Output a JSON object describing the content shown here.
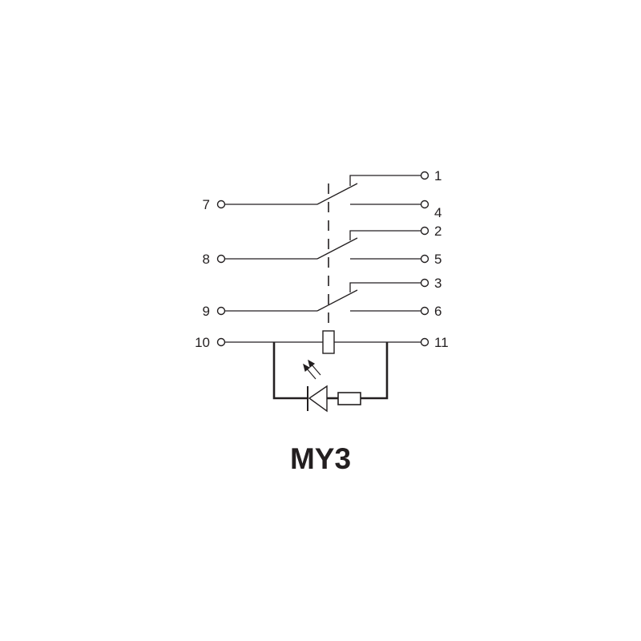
{
  "title": "MY3",
  "pins": {
    "p1": "1",
    "p2": "2",
    "p3": "3",
    "p4": "4",
    "p5": "5",
    "p6": "6",
    "p7": "7",
    "p8": "8",
    "p9": "9",
    "p10": "10",
    "p11": "11"
  },
  "colors": {
    "line": "#231f20",
    "background": "#ffffff"
  }
}
